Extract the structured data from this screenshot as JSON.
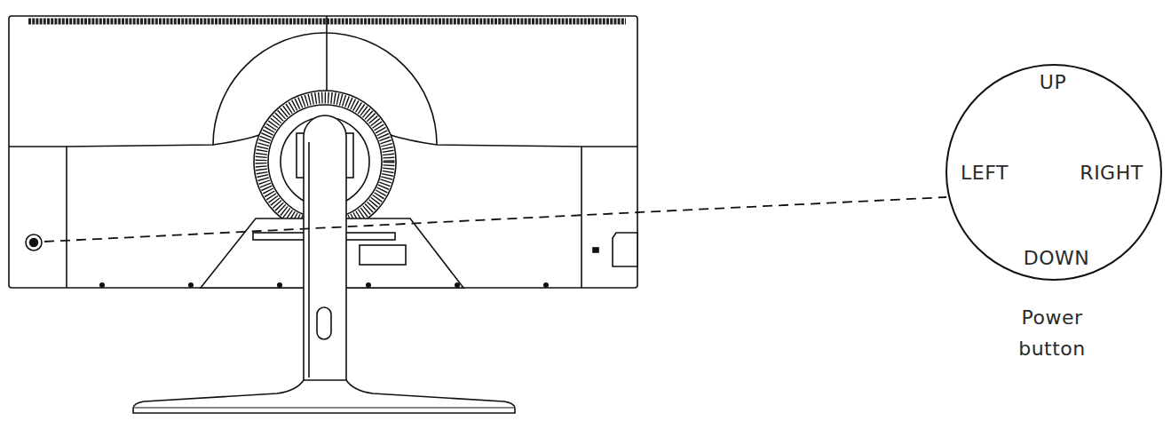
{
  "diagram": {
    "nodes": [
      {
        "text": [
          "UP",
          "LEFT",
          "RIGHT",
          "DOWN",
          "Power button"
        ]
      }
    ]
  }
}
